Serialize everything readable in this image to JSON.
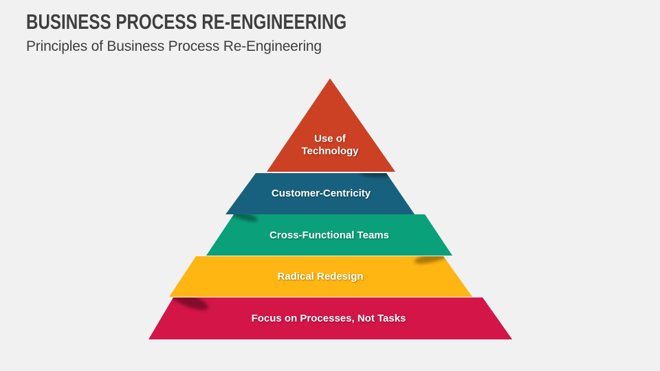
{
  "header": {
    "title": "BUSINESS PROCESS RE-ENGINEERING",
    "subtitle": "Principles of Business Process Re-Engineering"
  },
  "colors": {
    "background": "#F1F1F2",
    "title_text": "#3F3F3F",
    "label_text": "#FFFFFF"
  },
  "pyramid": {
    "type": "pyramid-diagram",
    "levels": [
      {
        "rank": 1,
        "label": "Use of Technology",
        "color": "#CC4123"
      },
      {
        "rank": 2,
        "label": "Customer-Centricity",
        "color": "#18617E"
      },
      {
        "rank": 3,
        "label": "Cross-Functional Teams",
        "color": "#0AA17A"
      },
      {
        "rank": 4,
        "label": "Radical Redesign",
        "color": "#FFB612"
      },
      {
        "rank": 5,
        "label": "Focus on Processes, Not Tasks",
        "color": "#D31548"
      }
    ]
  }
}
